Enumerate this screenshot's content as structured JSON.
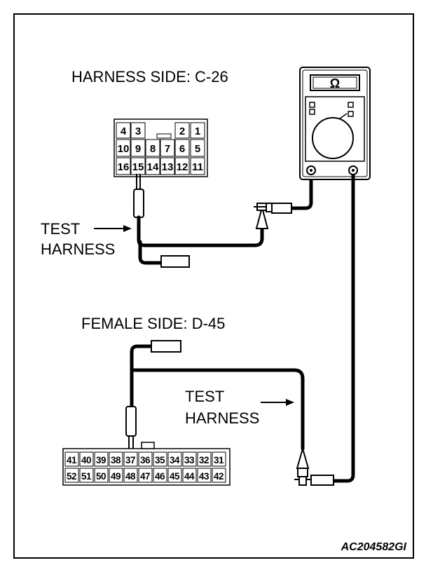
{
  "labels": {
    "harness_side": "HARNESS SIDE: C-26",
    "female_side": "FEMALE SIDE: D-45",
    "test_harness_top": [
      "TEST",
      "HARNESS"
    ],
    "test_harness_bottom": [
      "TEST",
      "HARNESS"
    ],
    "meter_symbol": "Ω",
    "figure_code": "AC204582GI"
  },
  "connector_c26": {
    "rows": [
      [
        "4",
        "3",
        "",
        "",
        "",
        "2",
        "1"
      ],
      [
        "10",
        "9",
        "8",
        "7",
        "6",
        "5"
      ],
      [
        "16",
        "15",
        "14",
        "13",
        "12",
        "11"
      ]
    ],
    "probed_pin": "15"
  },
  "connector_d45": {
    "rows": [
      [
        "41",
        "40",
        "39",
        "38",
        "37",
        "36",
        "35",
        "34",
        "33",
        "32",
        "31"
      ],
      [
        "52",
        "51",
        "50",
        "49",
        "48",
        "47",
        "46",
        "45",
        "44",
        "43",
        "42"
      ]
    ],
    "probed_pin": "37"
  }
}
